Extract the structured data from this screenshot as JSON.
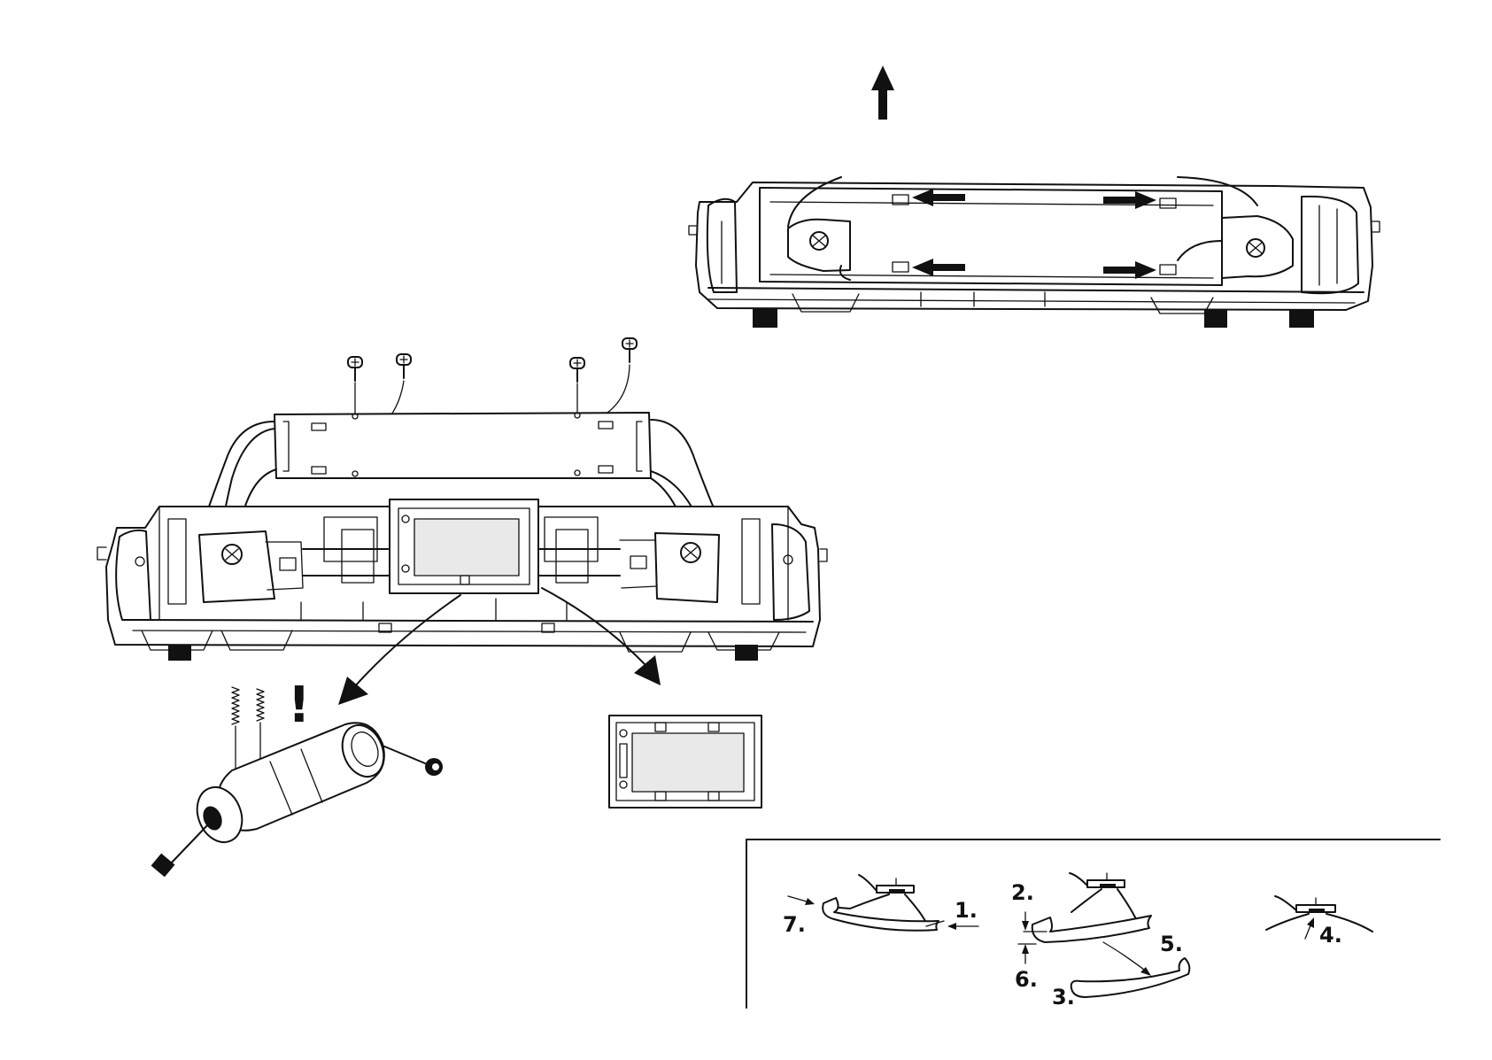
{
  "figure": {
    "warning_mark": "!",
    "steps": [
      {
        "id": "step-1",
        "label": "1."
      },
      {
        "id": "step-2",
        "label": "2."
      },
      {
        "id": "step-3",
        "label": "3."
      },
      {
        "id": "step-4",
        "label": "4."
      },
      {
        "id": "step-5",
        "label": "5."
      },
      {
        "id": "step-6",
        "label": "6."
      },
      {
        "id": "step-7",
        "label": "7."
      }
    ]
  },
  "icons": {
    "lift-arrow": "up-arrow-icon",
    "slide-arrows": "direction-arrow-icon",
    "screws": "screw-icon",
    "springs": "spring-icon",
    "motor": "motor-icon",
    "frame": "frame-icon"
  },
  "colors": {
    "line": "#111111",
    "background": "#ffffff",
    "panel_tint": "#e9e9e9"
  }
}
